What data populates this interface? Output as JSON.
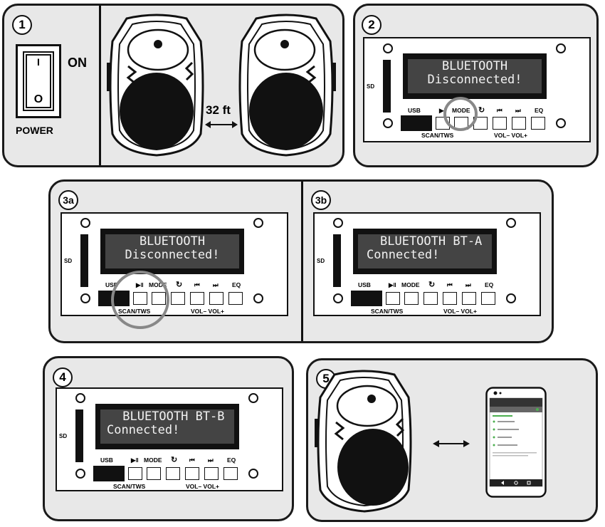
{
  "steps": {
    "s1": "1",
    "s2": "2",
    "s3a": "3a",
    "s3b": "3b",
    "s4": "4",
    "s5": "5"
  },
  "power": {
    "on_label": "ON",
    "power_label": "POWER",
    "switch_i": "I",
    "switch_o": "O"
  },
  "distance_label": "32 ft",
  "panel_labels": {
    "sd": "SD",
    "usb": "USB",
    "play": "▶‖",
    "mode": "MODE",
    "prev": "⏮",
    "next": "⏭",
    "eq": "EQ",
    "scan_tws": "SCAN/TWS",
    "vol": "VOL–  VOL+"
  },
  "displays": {
    "p2": {
      "line1": "BLUETOOTH",
      "line2": "Disconnected!"
    },
    "p3a": {
      "line1": "BLUETOOTH",
      "line2": "Disconnected!"
    },
    "p3b": {
      "line1": "BLUETOOTH BT-A",
      "line2": "Connected!"
    },
    "p4": {
      "line1": " BLUETOOTH BT-B",
      "line2": "Connected!"
    }
  },
  "icons": [
    "power-switch-icon",
    "speaker-icon",
    "double-arrow-icon",
    "repeat-icon",
    "phone-icon"
  ]
}
